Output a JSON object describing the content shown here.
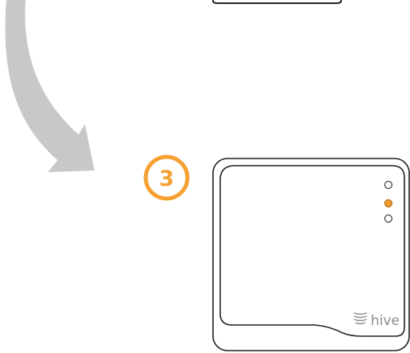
{
  "step": {
    "number": "3",
    "color": "#F5A033"
  },
  "arrow": {
    "color": "#C8C8C8",
    "direction": "down-right"
  },
  "hub": {
    "outline_color": "#222222",
    "brand": "hive",
    "brand_color": "#8A8A8A",
    "icon": "hive-logo-icon",
    "lights": [
      {
        "name": "top",
        "state": "off"
      },
      {
        "name": "middle",
        "state": "on",
        "color": "#F0A030"
      },
      {
        "name": "bottom",
        "state": "off"
      }
    ]
  }
}
